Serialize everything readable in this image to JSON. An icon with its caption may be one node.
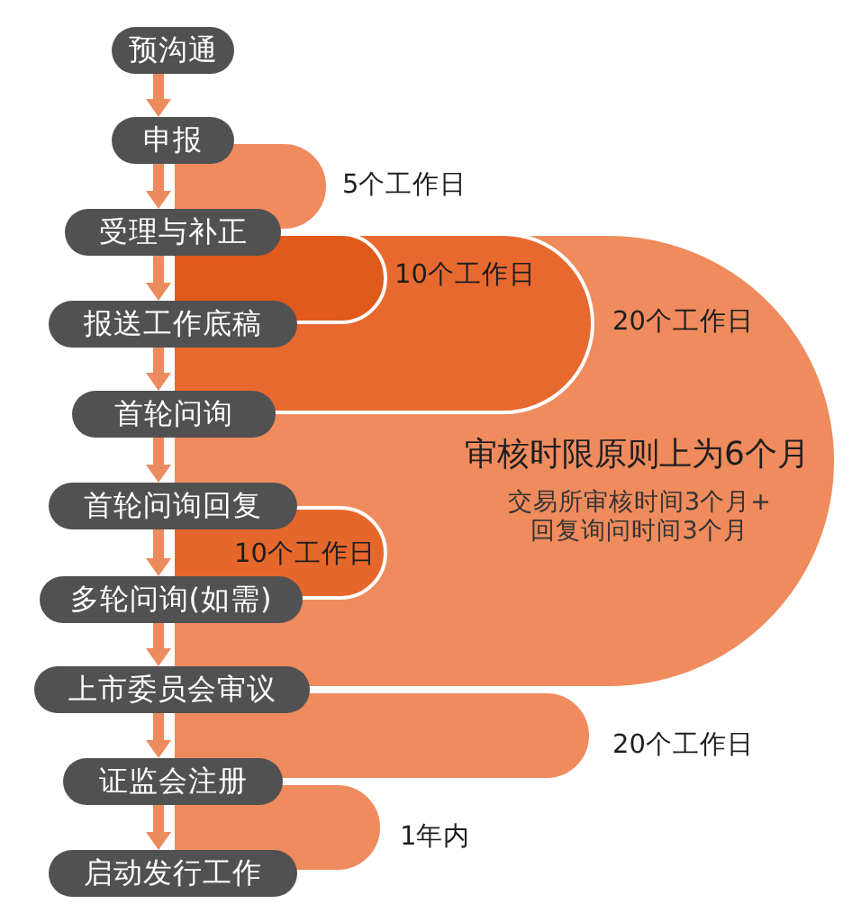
{
  "diagram": {
    "nodes": [
      {
        "text": [
          "预沟通"
        ]
      },
      {
        "text": [
          "申报"
        ]
      },
      {
        "text": [
          "受理与补正"
        ]
      },
      {
        "text": [
          "报送工作底稿"
        ]
      },
      {
        "text": [
          "首轮问询"
        ]
      },
      {
        "text": [
          "首轮问询回复"
        ]
      },
      {
        "text": [
          "多轮问询(如需)"
        ]
      },
      {
        "text": [
          "上市委员会审议"
        ]
      },
      {
        "text": [
          "证监会注册"
        ]
      },
      {
        "text": [
          "启动发行工作"
        ]
      },
      {
        "text": [],
        "shape": "bar",
        "beside": [
          "5个工作日"
        ]
      },
      {
        "text": [
          "审核时限原则上为6个月",
          "交易所审核时间3个月+回复询问时间3个月"
        ]
      },
      {
        "text": [],
        "shape": "bar",
        "beside": [
          "20个工作日"
        ],
        "in": 11
      },
      {
        "text": [],
        "shape": "bar",
        "beside": [
          "10个工作日"
        ],
        "in": 12
      },
      {
        "text": [
          "10个工作日"
        ],
        "in": 11
      },
      {
        "text": [],
        "shape": "bar",
        "beside": [
          "20个工作日"
        ]
      },
      {
        "text": [],
        "shape": "bar",
        "beside": [
          "1年内"
        ]
      }
    ],
    "edges": [
      {
        "from": 0,
        "to": 1,
        "arrow": "to"
      },
      {
        "from": 1,
        "to": 2,
        "arrow": "to"
      },
      {
        "from": 2,
        "to": 3,
        "arrow": "to"
      },
      {
        "from": 3,
        "to": 4,
        "arrow": "to"
      },
      {
        "from": 4,
        "to": 5,
        "arrow": "to"
      },
      {
        "from": 5,
        "to": 6,
        "arrow": "to"
      },
      {
        "from": 6,
        "to": 7,
        "arrow": "to"
      },
      {
        "from": 7,
        "to": 8,
        "arrow": "to"
      },
      {
        "from": 8,
        "to": 9,
        "arrow": "to"
      }
    ]
  }
}
